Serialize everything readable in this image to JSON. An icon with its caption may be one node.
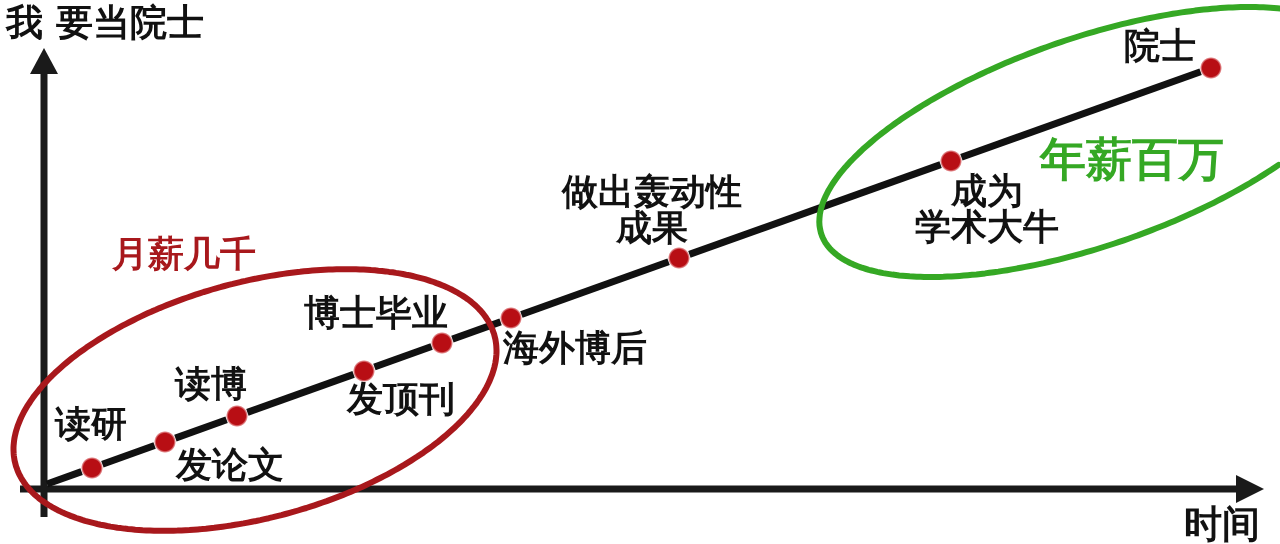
{
  "diagram": {
    "nodes": [
      {
        "text": [
          "月薪几千"
        ]
      },
      {
        "text": [],
        "shape": "circle",
        "beside": [
          "读研"
        ],
        "in": 0
      },
      {
        "text": [],
        "shape": "circle",
        "beside": [
          "发论文"
        ],
        "in": 0
      },
      {
        "text": [],
        "shape": "circle",
        "beside": [
          "读博"
        ],
        "in": 0
      },
      {
        "text": [],
        "shape": "circle",
        "beside": [
          "发顶刊"
        ],
        "in": 0
      },
      {
        "text": [],
        "shape": "circle",
        "beside": [
          "博士毕业"
        ],
        "in": 0
      },
      {
        "text": [],
        "shape": "circle",
        "beside": [
          "海外博后"
        ]
      },
      {
        "text": [],
        "shape": "circle",
        "beside": [
          "做出轰动性成果"
        ]
      },
      {
        "text": [
          "年薪百万"
        ]
      },
      {
        "text": [],
        "shape": "circle",
        "beside": [
          "成为学术大牛"
        ],
        "in": 8
      },
      {
        "text": [],
        "shape": "circle",
        "beside": [
          "院士"
        ],
        "in": 8
      }
    ],
    "edges": [
      {
        "from": null,
        "to": 1,
        "arrow": "none"
      },
      {
        "from": 1,
        "to": 2,
        "arrow": "none"
      },
      {
        "from": 2,
        "to": 3,
        "arrow": "none"
      },
      {
        "from": 3,
        "to": 4,
        "arrow": "none"
      },
      {
        "from": 4,
        "to": 5,
        "arrow": "none"
      },
      {
        "from": 5,
        "to": 6,
        "arrow": "none"
      },
      {
        "from": 6,
        "to": 7,
        "arrow": "none"
      },
      {
        "from": 7,
        "to": 9,
        "arrow": "none"
      },
      {
        "from": 9,
        "to": 10,
        "arrow": "none"
      }
    ],
    "labels": [
      "我 要当院士",
      "时间"
    ]
  }
}
